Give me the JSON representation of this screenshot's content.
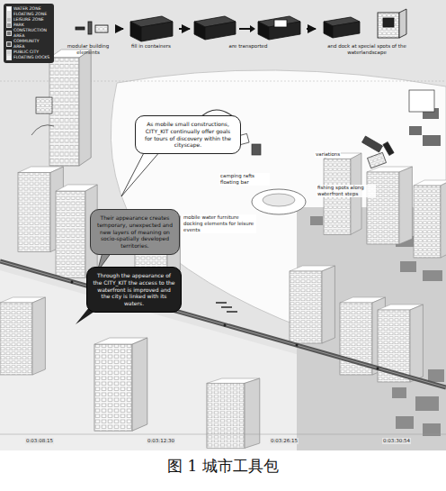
{
  "diagram": {
    "caption": "图 1 城市工具包",
    "nodes": [
      {
        "text": [
          "modular building elements"
        ]
      },
      {
        "text": [
          "fill in containers"
        ]
      },
      {
        "text": [
          "are transported"
        ]
      },
      {
        "text": [
          "and dock at special spots of the waterlandscape"
        ]
      },
      {
        "text": [
          "As mobile small constructions, CITY_KIT continually offer goals for tours of discovery within the cityscape."
        ]
      },
      {
        "text": [
          "Their appearance creates temporary, unexpected and new layers of meaning on socio-spatially developed territories."
        ]
      },
      {
        "text": [
          "Through the appearance of the CITY_KIT the access to the waterfront is improved and the city is linked with its waters."
        ]
      }
    ],
    "edges": [
      {
        "from": 0,
        "to": 1,
        "arrow": "to"
      },
      {
        "from": 1,
        "to": 2,
        "arrow": "to"
      },
      {
        "from": 2,
        "to": 3,
        "arrow": "to"
      }
    ],
    "labels": [
      "variations",
      "camping rafts floating bar",
      "fishing spots along waterfront steps",
      "mobile water furniture docking elements for leisure events",
      "0:03:08:15",
      "0:03:12:30",
      "0:03:26:15",
      "0:03:30:54"
    ],
    "legend": [
      {
        "text": "WATER ZONE",
        "color": "#ffffff"
      },
      {
        "text": "FLOATING ZONE",
        "color": "#dddddd"
      },
      {
        "text": "LEISURE ZONE",
        "color": "#bbbbbb"
      },
      {
        "text": "PARK",
        "color": "#999999"
      },
      {
        "text": "CONSTRUCTION AREA",
        "color": "#777777"
      },
      {
        "text": "COMMUNITY AREA",
        "color": "#555555"
      },
      {
        "text": "PUBLIC CITY",
        "color": "#cccccc"
      },
      {
        "text": "FLOATING DOCKS",
        "color": "#eeeeee"
      }
    ]
  }
}
